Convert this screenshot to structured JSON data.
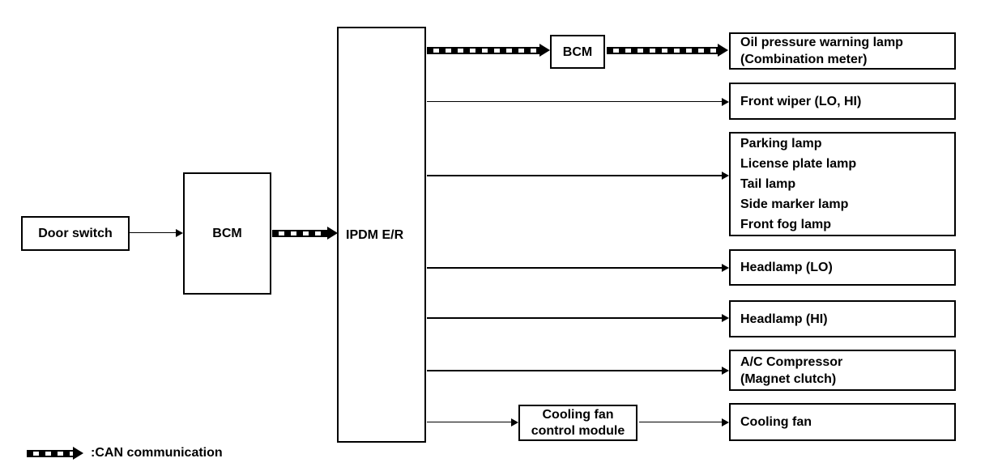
{
  "nodes": {
    "door_switch": {
      "label": "Door switch"
    },
    "bcm_left": {
      "label": "BCM"
    },
    "ipdm": {
      "label": "IPDM E/R"
    },
    "bcm_top": {
      "label": "BCM"
    },
    "cooling_fan_control_module": {
      "lines": [
        "Cooling fan",
        "control module"
      ]
    },
    "targets": [
      {
        "lines": [
          "Oil pressure warning lamp",
          "(Combination meter)"
        ]
      },
      {
        "lines": [
          "Front wiper (LO, HI)"
        ]
      },
      {
        "lines": [
          "Parking lamp",
          "License plate lamp",
          "Tail lamp",
          "Side marker lamp",
          "Front fog lamp"
        ]
      },
      {
        "lines": [
          "Headlamp (LO)"
        ]
      },
      {
        "lines": [
          "Headlamp (HI)"
        ]
      },
      {
        "lines": [
          "A/C Compressor",
          "(Magnet clutch)"
        ]
      },
      {
        "lines": [
          "Cooling fan"
        ]
      }
    ]
  },
  "legend": {
    "label": ":CAN communication"
  },
  "colors": {
    "line": "#000000",
    "background": "#ffffff"
  }
}
